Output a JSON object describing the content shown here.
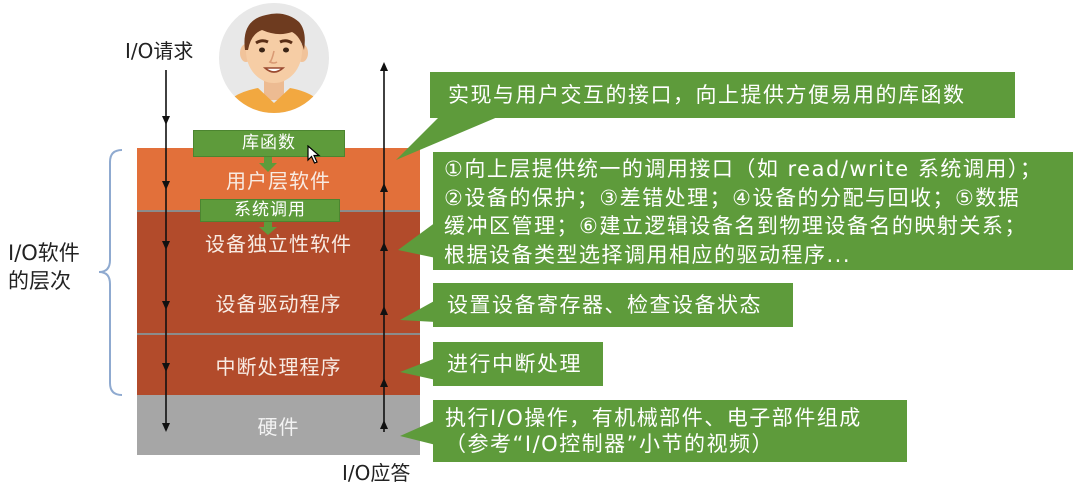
{
  "diagram": {
    "request_label": "I/O请求",
    "response_label": "I/O应答",
    "hierarchy_label": [
      "I/O软件",
      "的层次"
    ],
    "interfaces": {
      "library_functions": "库函数",
      "system_call": "系统调用"
    },
    "layers": [
      {
        "name": "用户层软件"
      },
      {
        "name": "设备独立性软件"
      },
      {
        "name": "设备驱动程序"
      },
      {
        "name": "中断处理程序"
      },
      {
        "name": "硬件"
      }
    ],
    "callouts": [
      {
        "lines": [
          "实现与用户交互的接口，向上提供方便易用的库函数"
        ]
      },
      {
        "lines": [
          "①向上层提供统一的调用接口（如 read/write 系统调用）；",
          "②设备的保护；③差错处理；④设备的分配与回收；⑤数据",
          "缓冲区管理；⑥建立逻辑设备名到物理设备名的映射关系；",
          "根据设备类型选择调用相应的驱动程序..."
        ]
      },
      {
        "lines": [
          "设置设备寄存器、检查设备状态"
        ]
      },
      {
        "lines": [
          "进行中断处理"
        ]
      },
      {
        "lines": [
          "执行I/O操作，有机械部件、电子部件组成",
          "（参考“I/O控制器”小节的视频）"
        ]
      }
    ]
  },
  "colors": {
    "user_layer": "#E2703A",
    "kernel_layer": "#B24B2B",
    "hardware_layer": "#A6A6A6",
    "callout": "#5E9B3B",
    "arrow": "#111111",
    "brace": "#8FAAD0"
  },
  "icons": {
    "avatar": "user-avatar-icon",
    "cursor": "mouse-cursor-icon"
  }
}
